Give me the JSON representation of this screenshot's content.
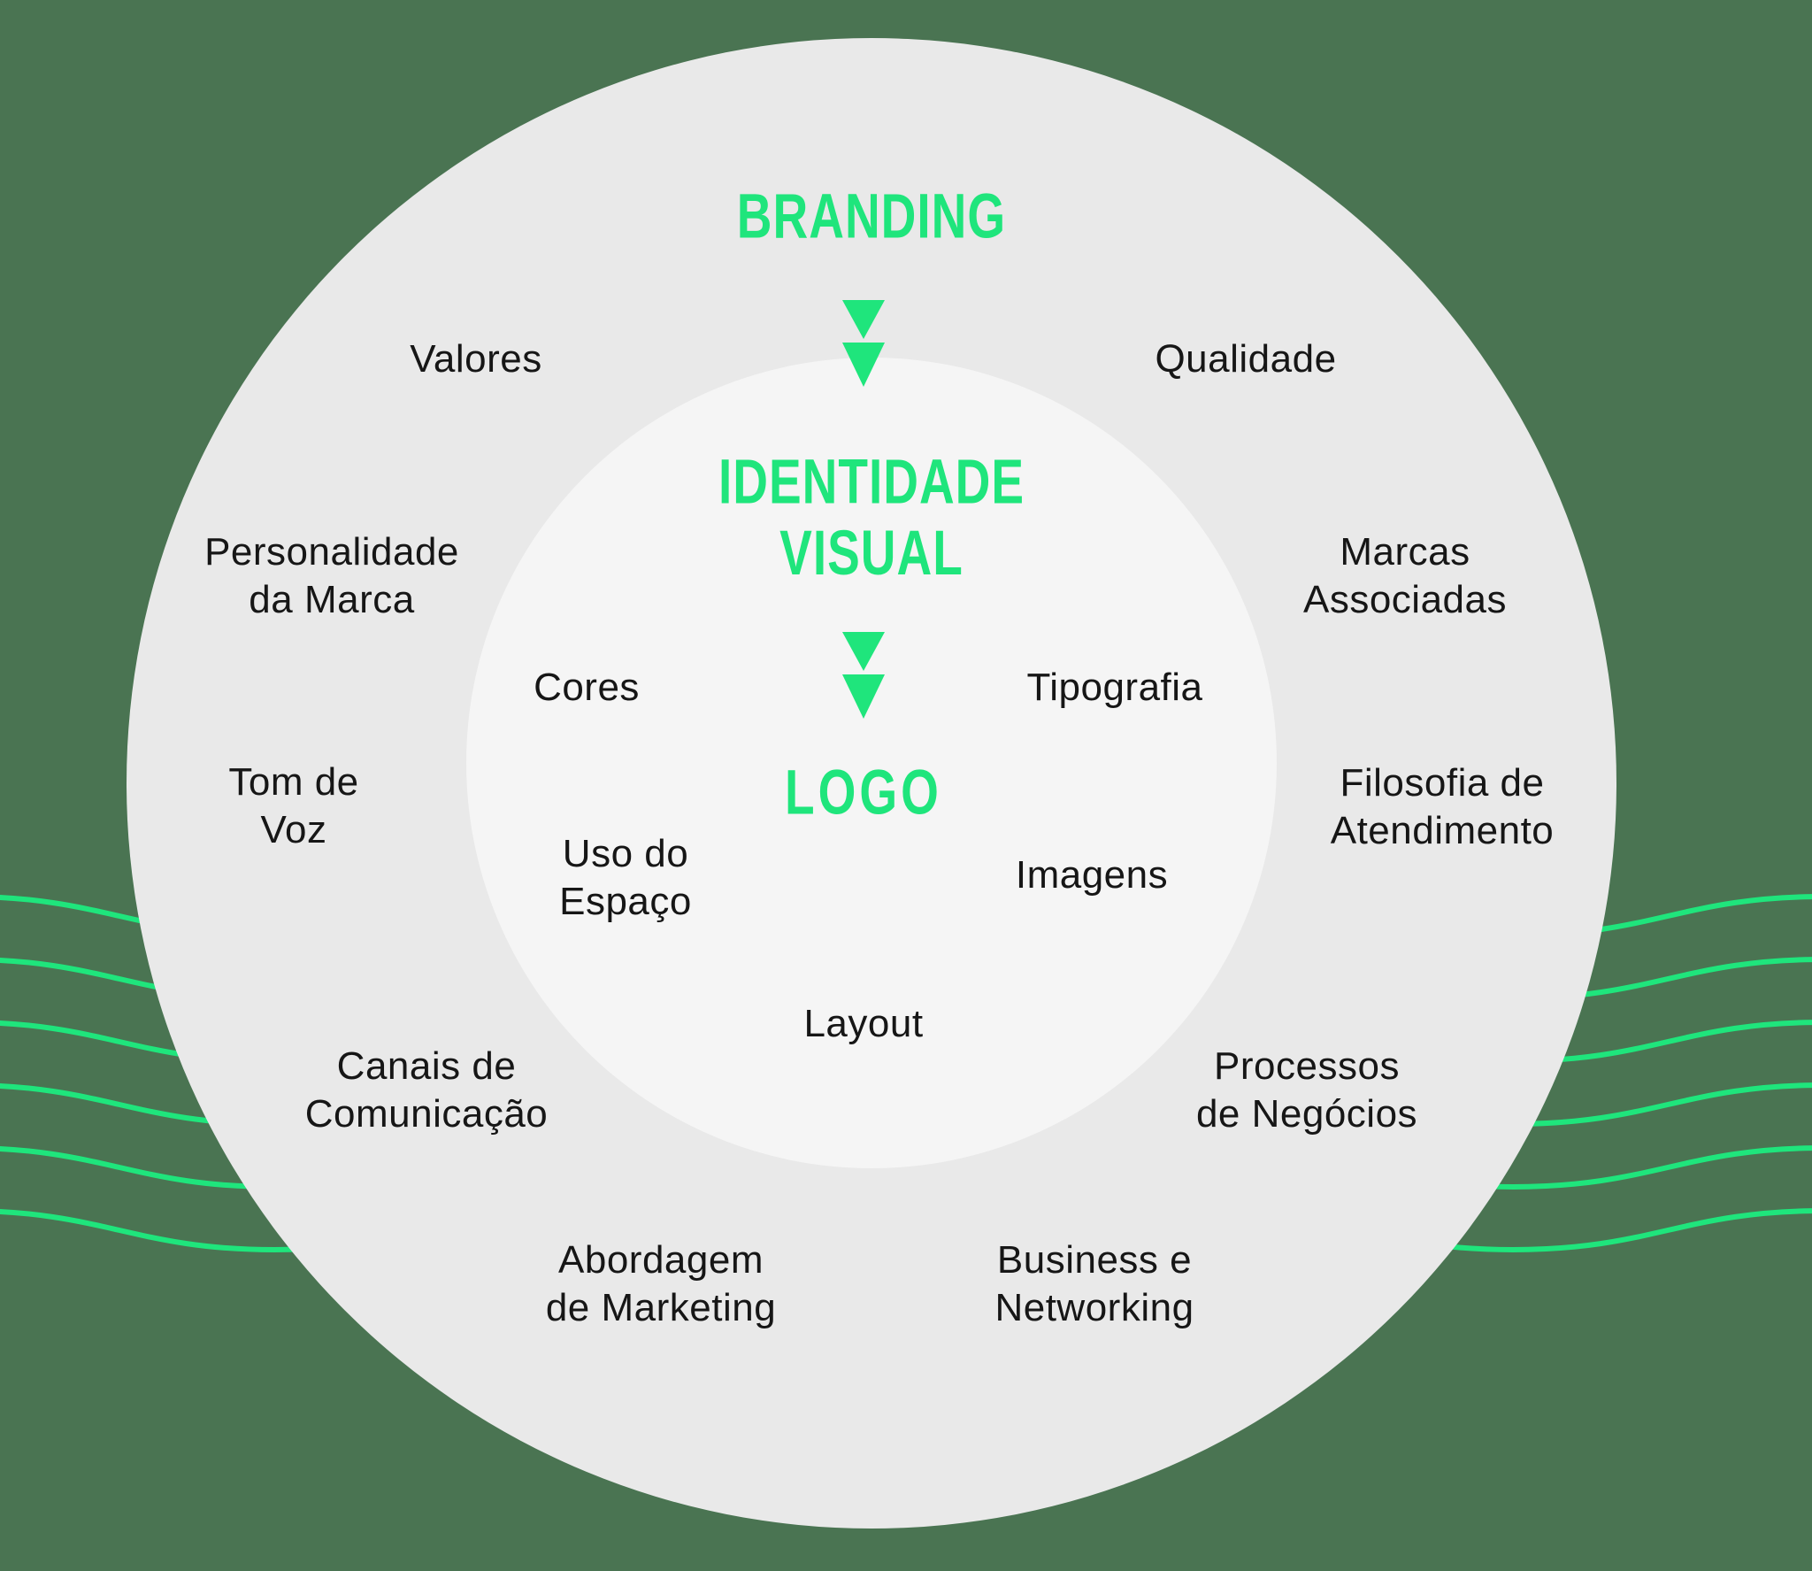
{
  "colors": {
    "background": "#4A7452",
    "ring_outer": "#E9E9E9",
    "ring_inner": "#F5F5F5",
    "accent": "#1FE57C",
    "text": "#161616"
  },
  "titles": {
    "outer": "BRANDING",
    "middle": "IDENTIDADE\nVISUAL",
    "inner": "LOGO"
  },
  "outer_ring_labels": {
    "valores": "Valores",
    "qualidade": "Qualidade",
    "personalidade_da_marca": "Personalidade\nda Marca",
    "marcas_associadas": "Marcas\nAssociadas",
    "tom_de_voz": "Tom de\nVoz",
    "filosofia_de_atendimento": "Filosofia de\nAtendimento",
    "canais_de_comunicacao": "Canais de\nComunicação",
    "processos_de_negocios": "Processos\nde Negócios",
    "abordagem_de_marketing": "Abordagem\nde Marketing",
    "business_e_networking": "Business e\nNetworking"
  },
  "inner_ring_labels": {
    "cores": "Cores",
    "tipografia": "Tipografia",
    "uso_do_espaco": "Uso do\nEspaço",
    "imagens": "Imagens",
    "layout": "Layout"
  },
  "decor": {
    "wave_start_ys": [
      1013,
      1084,
      1155,
      1226,
      1297,
      1368
    ],
    "wave_amplitude": 22,
    "wave_half_wavelength": 350,
    "wave_stroke_width": 6
  }
}
